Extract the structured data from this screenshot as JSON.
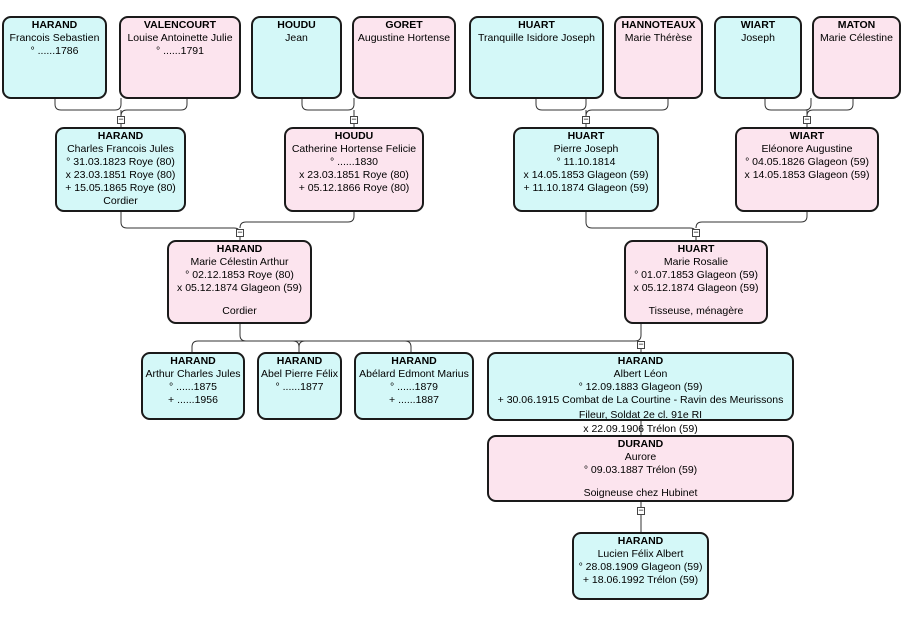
{
  "persons": {
    "p1": {
      "surname": "HARAND",
      "given": "Francois Sebastien",
      "lines": [
        "° ......1786"
      ]
    },
    "p2": {
      "surname": "VALENCOURT",
      "given": "Louise Antoinette Julie",
      "lines": [
        "° ......1791"
      ]
    },
    "p3": {
      "surname": "HOUDU",
      "given": "Jean",
      "lines": []
    },
    "p4": {
      "surname": "GORET",
      "given": "Augustine Hortense",
      "lines": []
    },
    "p5": {
      "surname": "HUART",
      "given": "Tranquille Isidore Joseph",
      "lines": []
    },
    "p6": {
      "surname": "HANNOTEAUX",
      "given": "Marie Thérèse",
      "lines": []
    },
    "p7": {
      "surname": "WIART",
      "given": "Joseph",
      "lines": []
    },
    "p8": {
      "surname": "MATON",
      "given": "Marie Célestine",
      "lines": []
    },
    "p9": {
      "surname": "HARAND",
      "given": "Charles Francois Jules",
      "lines": [
        "° 31.03.1823 Roye (80)",
        "x 23.03.1851 Roye (80)",
        "+ 15.05.1865 Roye (80)",
        "Cordier"
      ]
    },
    "p10": {
      "surname": "HOUDU",
      "given": "Catherine Hortense Felicie",
      "lines": [
        "° ......1830",
        "x 23.03.1851 Roye (80)",
        "+ 05.12.1866 Roye (80)"
      ]
    },
    "p11": {
      "surname": "HUART",
      "given": "Pierre Joseph",
      "lines": [
        "° 11.10.1814",
        "x 14.05.1853 Glageon (59)",
        "+ 11.10.1874 Glageon (59)"
      ]
    },
    "p12": {
      "surname": "WIART",
      "given": "Eléonore Augustine",
      "lines": [
        "° 04.05.1826 Glageon (59)",
        "x 14.05.1853 Glageon (59)"
      ]
    },
    "p13": {
      "surname": "HARAND",
      "given": "Marie Célestin Arthur",
      "lines": [
        "° 02.12.1853 Roye (80)",
        "x 05.12.1874 Glageon (59)"
      ],
      "note": "Cordier"
    },
    "p14": {
      "surname": "HUART",
      "given": "Marie Rosalie",
      "lines": [
        "° 01.07.1853 Glageon (59)",
        "x 05.12.1874 Glageon (59)"
      ],
      "note": "Tisseuse, ménagère"
    },
    "p15": {
      "surname": "HARAND",
      "given": "Arthur Charles Jules",
      "lines": [
        "° ......1875",
        "+ ......1956"
      ]
    },
    "p16": {
      "surname": "HARAND",
      "given": "Abel Pierre Félix",
      "lines": [
        "° ......1877"
      ]
    },
    "p17": {
      "surname": "HARAND",
      "given": "Abélard Edmont Marius",
      "lines": [
        "° ......1879",
        "+ ......1887"
      ]
    },
    "p18": {
      "surname": "HARAND",
      "given": "Albert Léon",
      "lines": [
        "° 12.09.1883 Glageon (59)",
        "+ 30.06.1915 Combat de La Courtine - Ravin des Meurissons"
      ],
      "note": "Fileur, Soldat 2e cl. 91e RI"
    },
    "p19": {
      "surname": "DURAND",
      "given": "Aurore",
      "lines": [
        "° 09.03.1887 Trélon (59)"
      ],
      "note": "Soigneuse chez Hubinet"
    },
    "p20": {
      "surname": "HARAND",
      "given": "Lucien Félix Albert",
      "lines": [
        "° 28.08.1909 Glageon (59)",
        "+ 18.06.1992 Trélon (59)"
      ]
    }
  },
  "marriage_p18_p19": "x 22.09.1906 Trélon (59)",
  "toggle_symbol": "−",
  "colors": {
    "male": "#d4f8f8",
    "female": "#fce4ee",
    "border": "#1a1a1a",
    "line": "#333333"
  }
}
